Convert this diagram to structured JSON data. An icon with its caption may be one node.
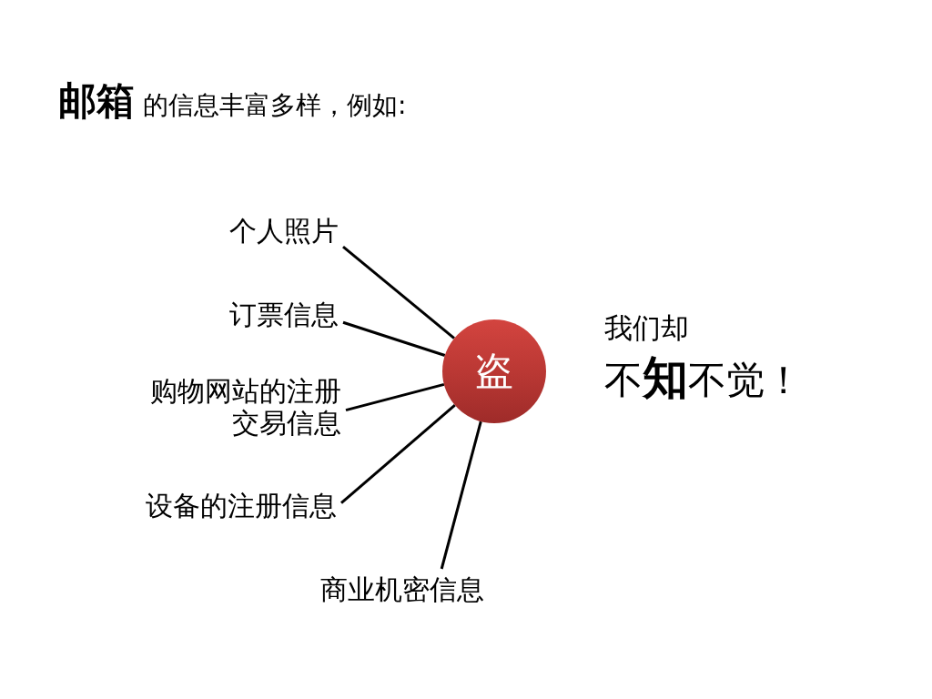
{
  "diagram": {
    "title": "**邮箱** 的信息丰富多样，例如:",
    "nodes": [
      {
        "text": [
          "个人照片"
        ]
      },
      {
        "text": [
          "订票信息"
        ]
      },
      {
        "text": [
          "购物网站的注册交易信息"
        ]
      },
      {
        "text": [
          "设备的注册信息"
        ]
      },
      {
        "text": [
          "商业机密信息"
        ]
      },
      {
        "text": [
          "盗"
        ]
      }
    ],
    "edges": [
      {
        "from": 0,
        "to": 5,
        "arrow": "none"
      },
      {
        "from": 1,
        "to": 5,
        "arrow": "none"
      },
      {
        "from": 2,
        "to": 5,
        "arrow": "none"
      },
      {
        "from": 3,
        "to": 5,
        "arrow": "none"
      },
      {
        "from": 4,
        "to": 5,
        "arrow": "none"
      }
    ],
    "labels": [
      "我们却",
      "不**知**不觉！"
    ]
  }
}
